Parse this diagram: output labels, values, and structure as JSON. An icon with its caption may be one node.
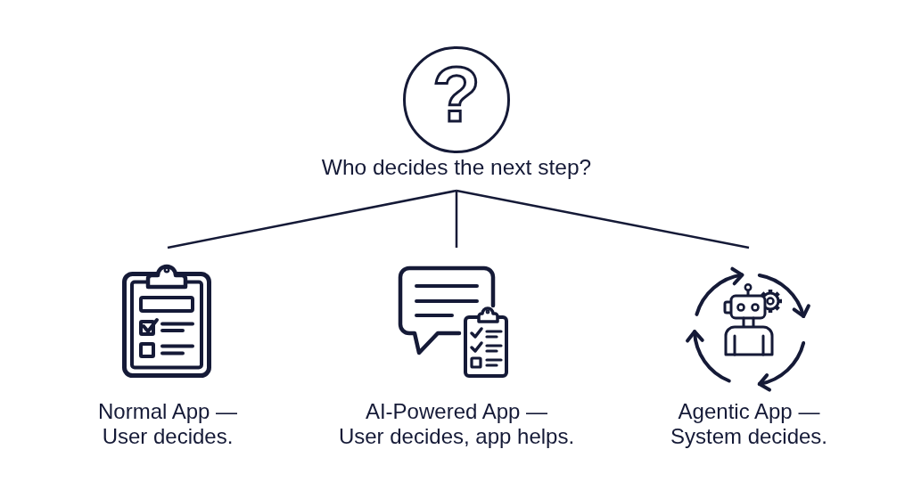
{
  "diagram": {
    "nodes": [
      {
        "text": [
          "?",
          "Who decides the next step?"
        ]
      },
      {
        "text": [
          "Normal App —",
          "User decides."
        ]
      },
      {
        "text": [
          "AI-Powered App —",
          "User decides, app helps."
        ]
      },
      {
        "text": [
          "Agentic App —",
          "System decides."
        ]
      }
    ],
    "edges": [
      {
        "from": 0,
        "to": 1,
        "arrow": "none"
      },
      {
        "from": 0,
        "to": 2,
        "arrow": "none"
      },
      {
        "from": 0,
        "to": 3,
        "arrow": "none"
      }
    ]
  }
}
